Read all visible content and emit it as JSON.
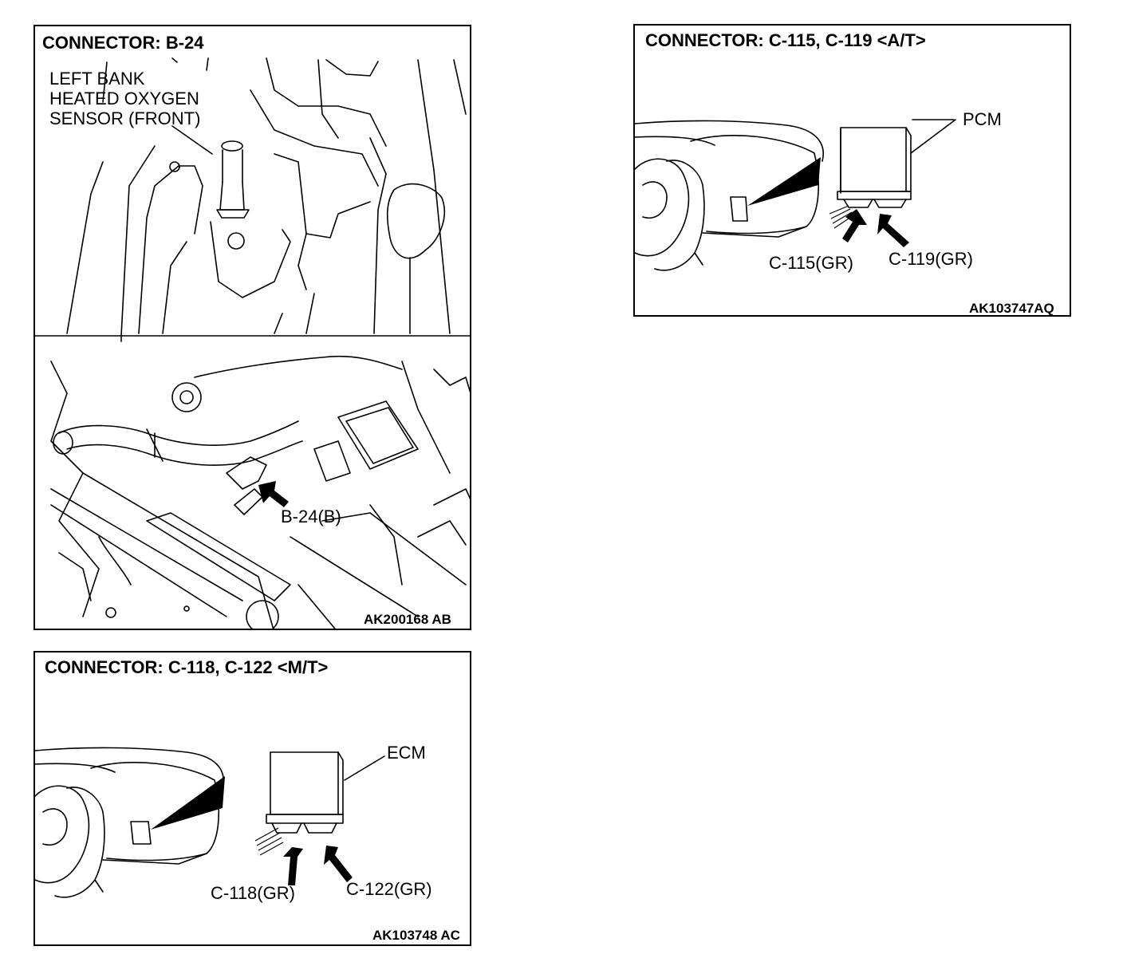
{
  "panels": {
    "b24": {
      "title": "CONNECTOR: B-24",
      "sensor_label_lines": [
        "LEFT BANK",
        "HEATED OXYGEN",
        "SENSOR (FRONT)"
      ],
      "connector_label": "B-24(B)",
      "figure_code": "AK200168 AB"
    },
    "c115": {
      "title": "CONNECTOR: C-115, C-119 <A/T>",
      "module_label": "PCM",
      "connector_left_label": "C-115(GR)",
      "connector_right_label": "C-119(GR)",
      "figure_code": "AK103747AQ"
    },
    "c118": {
      "title": "CONNECTOR: C-118, C-122 <M/T>",
      "module_label": "ECM",
      "connector_left_label": "C-118(GR)",
      "connector_right_label": "C-122(GR)",
      "figure_code": "AK103748 AC"
    }
  }
}
